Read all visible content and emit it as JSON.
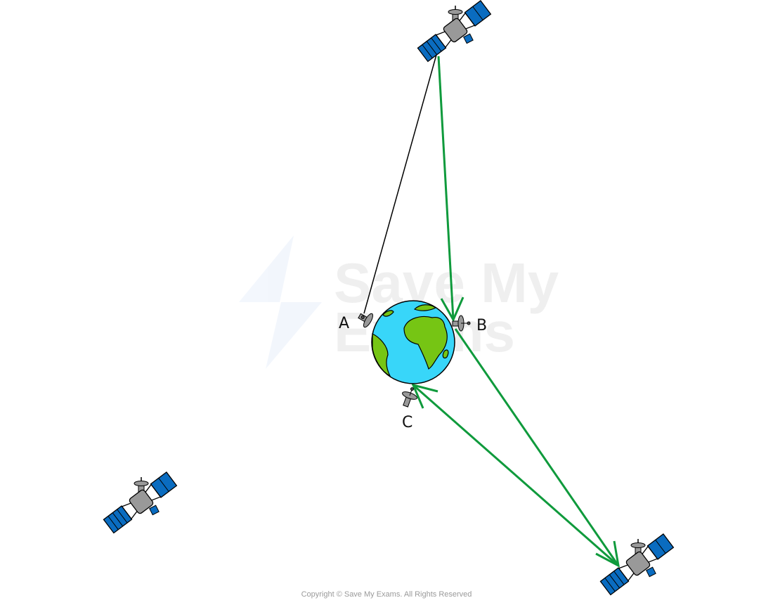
{
  "diagram": {
    "labels": {
      "a": "A",
      "b": "B",
      "c": "C"
    },
    "watermark": "Save My Exams",
    "copyright": "Copyright © Save My Exams. All Rights Reserved",
    "colors": {
      "signal": "#0f9a3c",
      "ocean": "#38d6f9",
      "land": "#76c514",
      "panel": "#0a6cc0",
      "body": "#999999"
    }
  }
}
